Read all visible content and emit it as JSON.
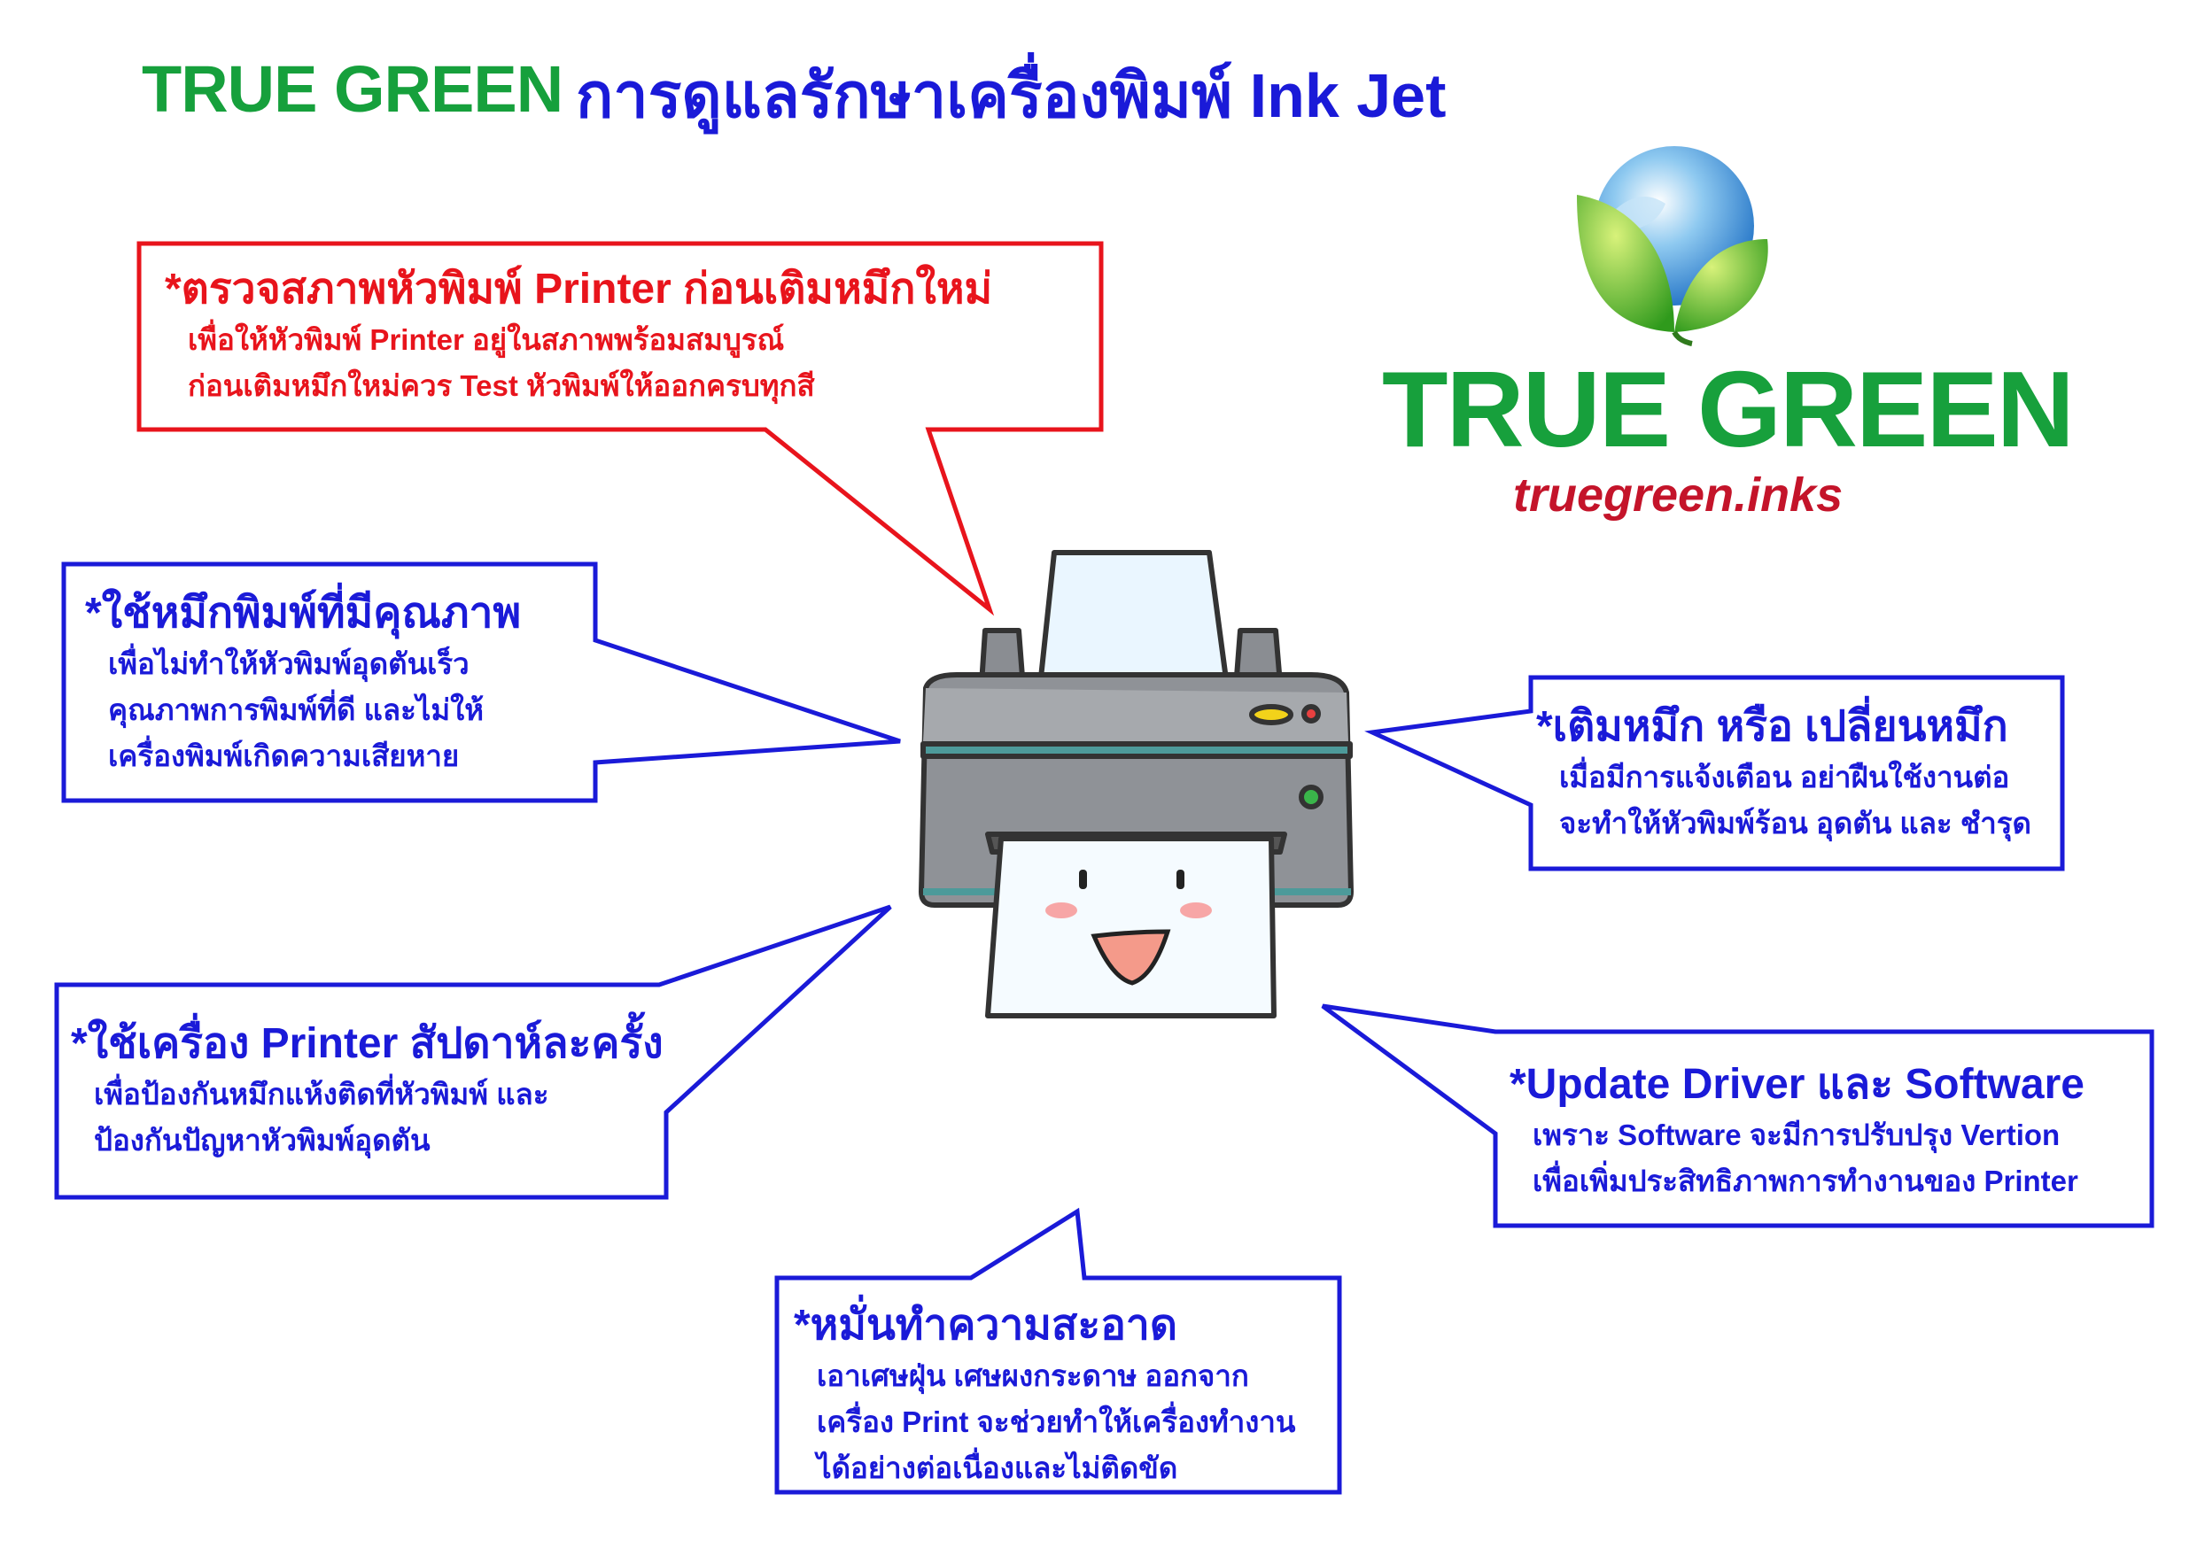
{
  "header": {
    "logo_text": "TRUE GREEN",
    "title": "การดูแลรักษาเครื่องพิมพ์ Ink Jet"
  },
  "brand": {
    "logo_text": "TRUE GREEN",
    "website": "truegreen.inks",
    "green": "#17a03c",
    "red": "#c4142a"
  },
  "tips": [
    {
      "heading": "*ตรวจสภาพหัวพิมพ์ Printer ก่อนเติมหมึกใหม่",
      "lines": [
        "เพื่อให้หัวพิมพ์ Printer อยู่ในสภาพพร้อมสมบูรณ์",
        "ก่อนเติมหมึกใหม่ควร  Test หัวพิมพ์ให้ออกครบทุกสี"
      ],
      "color": "#e8141c"
    },
    {
      "heading": "*ใช้หมึกพิมพ์ที่มีคุณภาพ",
      "lines": [
        "เพื่อไม่ทำให้หัวพิมพ์อุดตันเร็ว",
        "คุณภาพการพิมพ์ที่ดี และไม่ให้",
        "เครื่องพิมพ์เกิดความเสียหาย"
      ],
      "color": "#1a1ad8"
    },
    {
      "heading": "*เติมหมึก หรือ เปลี่ยนหมึก",
      "lines": [
        "เมื่อมีการแจ้งเตือน อย่าฝืนใช้งานต่อ",
        "จะทำให้หัวพิมพ์ร้อน อุดตัน และ ชำรุด"
      ],
      "color": "#1a1ad8"
    },
    {
      "heading": "*ใช้เครื่อง Printer สัปดาห์ละครั้ง",
      "lines": [
        "เพื่อป้องกันหมึกแห้งติดที่หัวพิมพ์ และ",
        "ป้องกันปัญหาหัวพิมพ์อุดตัน"
      ],
      "color": "#1a1ad8"
    },
    {
      "heading": "*Update Driver และ Software",
      "lines": [
        "เพราะ Software จะมีการปรับปรุง Vertion",
        "เพื่อเพิ่มประสิทธิภาพการทำงานของ Printer"
      ],
      "color": "#1a1ad8"
    },
    {
      "heading": "*หมั่นทำความสะอาด",
      "lines": [
        "เอาเศษฝุ่น เศษผงกระดาษ ออกจาก",
        "เครื่อง Print จะช่วยทำให้เครื่องทำงาน",
        "ได้อย่างต่อเนื่องและไม่ติดขัด"
      ],
      "color": "#1a1ad8"
    }
  ]
}
